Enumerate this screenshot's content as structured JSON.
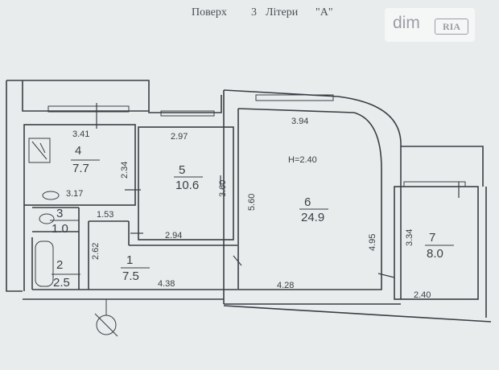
{
  "header": {
    "floor_label": "Поверх",
    "floor_value": "3",
    "letters_label": "Літери",
    "letters_value": "\"А\""
  },
  "watermark": {
    "brand": "dim",
    "badge": "RIA"
  },
  "rooms": [
    {
      "number": "1",
      "area": "7.5"
    },
    {
      "number": "2",
      "area": "2.5"
    },
    {
      "number": "3",
      "area": "1.0"
    },
    {
      "number": "4",
      "area": "7.7"
    },
    {
      "number": "5",
      "area": "10.6"
    },
    {
      "number": "6",
      "area": "24.9"
    },
    {
      "number": "7",
      "area": "8.0"
    }
  ],
  "dimensions": [
    "3.41",
    "2.34",
    "3.17",
    "2.97",
    "3.60",
    "2.94",
    "1.53",
    "2.62",
    "4.38",
    "3.94",
    "H=2.40",
    "5.60",
    "4.95",
    "4.28",
    "3.34",
    "2.40"
  ],
  "colors": {
    "paper": "#e9ecec",
    "ink": "#3a3f45"
  }
}
